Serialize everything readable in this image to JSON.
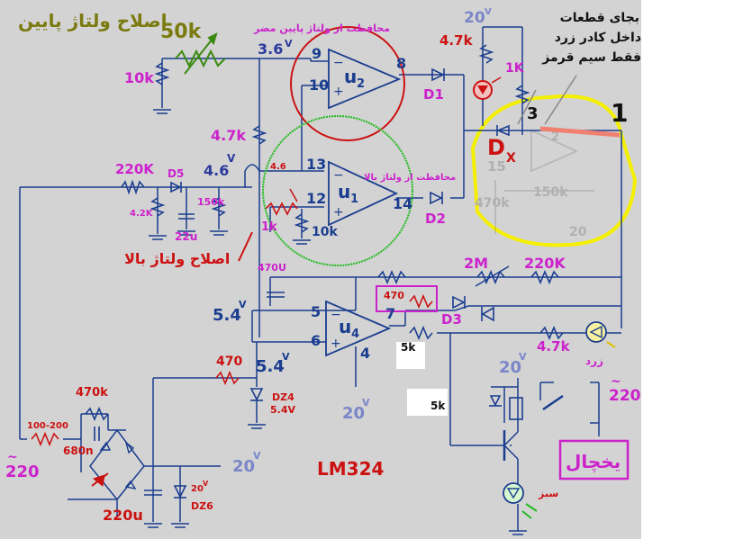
{
  "title": "LM324",
  "colors": {
    "background": "#d3d3d3",
    "wire": "#1a3d8f",
    "magenta": "#cc22cc",
    "red": "#cc1111",
    "blue": "#2b3a9e",
    "olive": "#7a7a10",
    "green": "#22bb22",
    "yellow": "#f4f000"
  },
  "labels": {
    "low_adjust": "اصلاح ولتاژ پایین",
    "pot_50k": "50k",
    "r_10k_top": "10k",
    "v_3_6": "3.6",
    "v_sup": "V",
    "low_protect": "محافظت از ولتاژ پایین مضر",
    "pin9": "9",
    "pin10": "10",
    "pin8": "8",
    "u2": "u",
    "u2_sub": "2",
    "d1": "D1",
    "r_4_7k_top": "4.7k",
    "v20_top": "20",
    "r_1k": "1K",
    "note": [
      "بجای قطعات",
      "داخل کادر زرد",
      "فقط سیم قرمز"
    ],
    "pin3": "3",
    "num1": "1",
    "dx": "D",
    "dx_sub": "X",
    "ghost_15": "15",
    "ghost_470k": "470k",
    "ghost_150k": "150k",
    "ghost_20": "20",
    "ghost_2": "2",
    "r_4_7k_mid": "4.7k",
    "r_220k": "220K",
    "d5": "D5",
    "v_4_6": "4.6",
    "v_4_6_small": "4.6",
    "pin13": "13",
    "pin12": "12",
    "pin14": "14",
    "u1": "u",
    "u1_sub": "1",
    "high_protect": "محافظت از ولتاژ بالا",
    "d2": "D2",
    "r_4_2k": "4.2K",
    "c_22u": "22u",
    "r_150k": "150k",
    "r_1k_mid": "1k",
    "r_10k_mid": "10k",
    "high_adjust": "اصلاح ولتاژ بالا",
    "c_470u": "470U",
    "r_2m": "2M",
    "r_220k_b": "220K",
    "r_470_box": "470",
    "d3": "D3",
    "v_5_4_a": "5.4",
    "pin5": "5",
    "pin6": "6",
    "pin7": "7",
    "pin4": "4",
    "u4": "u",
    "u4_sub": "4",
    "r_5k_a": "5k",
    "r_4_7k_bot": "4.7k",
    "yellow_led": "زرد",
    "r_470_mid": "470",
    "v_5_4_b": "5.4",
    "dz4": "DZ4",
    "dz4_v": "5.4V",
    "v20_mid": "20",
    "v20_right": "20",
    "r_5k_b": "5k",
    "v220_right": "220",
    "r_470k": "470k",
    "r_100_200": "100-200",
    "c_680n": "680n",
    "v220_left": "220",
    "v20_bot": "20",
    "c_220u": "220u",
    "v20_dz6": "20",
    "dz6": "DZ6",
    "fridge": "یخچال",
    "green_led": "سبز"
  }
}
